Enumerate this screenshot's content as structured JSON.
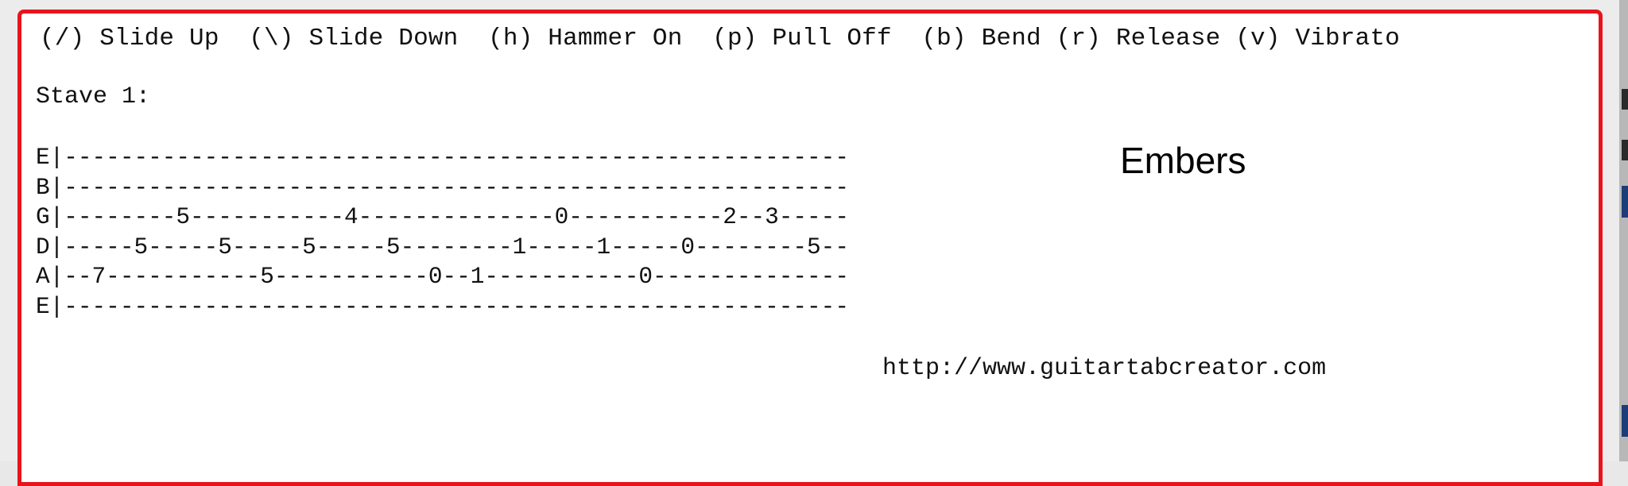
{
  "legend": {
    "text": "(/) Slide Up  (\\) Slide Down  (h) Hammer On  (p) Pull Off  (b) Bend (r) Release (v) Vibrato"
  },
  "stave": {
    "label": "Stave 1:"
  },
  "tab": {
    "lines": [
      "E|--------------------------------------------------------",
      "B|--------------------------------------------------------",
      "G|--------5-----------4--------------0-----------2--3-----",
      "D|-----5-----5-----5-----5--------1-----1-----0--------5--",
      "A|--7-----------5-----------0--1-----------0--------------",
      "E|--------------------------------------------------------"
    ]
  },
  "song": {
    "title": "Embers"
  },
  "footer": {
    "url": "http://www.guitartabcreator.com"
  },
  "colors": {
    "panel_border": "#e8141c",
    "panel_background": "#ffffff",
    "text": "#111111"
  }
}
